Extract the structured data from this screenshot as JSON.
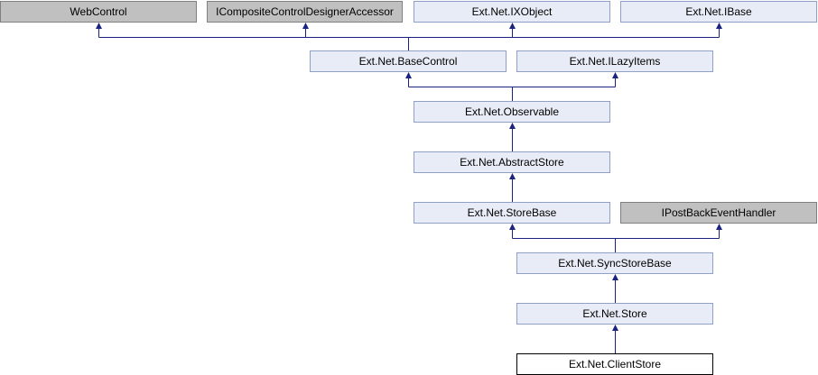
{
  "diagram": {
    "nodes": [
      {
        "id": "webcontrol",
        "label": "WebControl",
        "kind": "external"
      },
      {
        "id": "icomposite",
        "label": "ICompositeControlDesignerAccessor",
        "kind": "external"
      },
      {
        "id": "ixobject",
        "label": "Ext.Net.IXObject",
        "kind": "normal"
      },
      {
        "id": "ibase",
        "label": "Ext.Net.IBase",
        "kind": "normal"
      },
      {
        "id": "basecontrol",
        "label": "Ext.Net.BaseControl",
        "kind": "normal"
      },
      {
        "id": "ilazyitems",
        "label": "Ext.Net.ILazyItems",
        "kind": "normal"
      },
      {
        "id": "observable",
        "label": "Ext.Net.Observable",
        "kind": "normal"
      },
      {
        "id": "abstractstore",
        "label": "Ext.Net.AbstractStore",
        "kind": "normal"
      },
      {
        "id": "storebase",
        "label": "Ext.Net.StoreBase",
        "kind": "normal"
      },
      {
        "id": "ipostback",
        "label": "IPostBackEventHandler",
        "kind": "external"
      },
      {
        "id": "syncstorebase",
        "label": "Ext.Net.SyncStoreBase",
        "kind": "normal"
      },
      {
        "id": "store",
        "label": "Ext.Net.Store",
        "kind": "normal"
      },
      {
        "id": "clientstore",
        "label": "Ext.Net.ClientStore",
        "kind": "current"
      }
    ],
    "edges": [
      {
        "from": "basecontrol",
        "to": [
          "webcontrol",
          "icomposite",
          "ixobject",
          "ibase"
        ]
      },
      {
        "from": "observable",
        "to": [
          "basecontrol",
          "ilazyitems"
        ]
      },
      {
        "from": "abstractstore",
        "to": [
          "observable"
        ]
      },
      {
        "from": "storebase",
        "to": [
          "abstractstore"
        ]
      },
      {
        "from": "syncstorebase",
        "to": [
          "storebase",
          "ipostback"
        ]
      },
      {
        "from": "store",
        "to": [
          "syncstorebase"
        ]
      },
      {
        "from": "clientstore",
        "to": [
          "store"
        ]
      }
    ],
    "colors": {
      "edge": "#1a237e",
      "node_fill": "#e8ecf6",
      "node_border": "#8f9fc7",
      "external_fill": "#c0c0c0",
      "external_border": "#808080",
      "current_fill": "#ffffff",
      "current_border": "#000000"
    }
  }
}
